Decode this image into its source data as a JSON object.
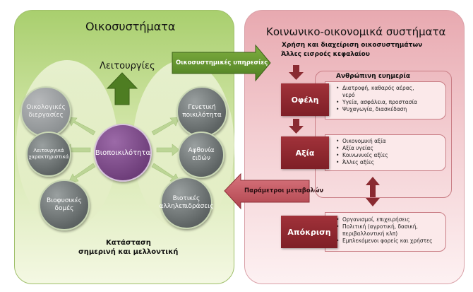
{
  "eco": {
    "title": "Οικοσυστήματα",
    "functions": "Λειτουργίες",
    "state": [
      "Κατάσταση",
      "σημερινή και μελλοντική"
    ],
    "nodes": {
      "processes": [
        "Οικολογικές",
        "διεργασίες"
      ],
      "traits": [
        "Λειτουργικά",
        "χαρακτηριστικά"
      ],
      "structures": [
        "Βιοφυσικές",
        "δομές"
      ],
      "biodiversity": "Βιοποικιλότητα",
      "genetic": [
        "Γενετική",
        "ποικιλότητα"
      ],
      "species": [
        "Αφθονία",
        "ειδών"
      ],
      "interactions": [
        "Βιοτικές",
        "αλληλεπιδράσεις"
      ]
    }
  },
  "arrows": {
    "services": "Οικοσυστημικές υπηρεσίες",
    "drivers": "Παράμετροι μεταβολών"
  },
  "soc": {
    "title": "Κοινωνικο-οικονομικά συστήματα",
    "use": [
      "Χρήση και διαχείριση οικοσυστημάτων",
      "Άλλες εισροές κεφαλαίου"
    ],
    "wellbeing": "Ανθρώπινη ευημερία",
    "benefits": {
      "label": "Οφέλη",
      "items": [
        "Διατροφή, καθαρός αέρας,",
        "νερό",
        "Υγεία, ασφάλεια, προστασία",
        "Ψυχαγωγία, διασκέδαση"
      ]
    },
    "value": {
      "label": "Αξία",
      "items": [
        "Οικονομική αξία",
        "Αξία υγείας",
        "Κοινωνικές αξίες",
        "Άλλες αξίες"
      ]
    },
    "response": {
      "label": "Απόκριση",
      "items": [
        "Οργανισμοί, επιχειρήσεις",
        "Πολιτική (αγροτική, δασική,",
        "περιβαλλοντική κλπ)",
        "Εμπλεκόμενοι φορείς και χρήστες"
      ]
    }
  },
  "colors": {
    "eco_green": "#a9cf6e",
    "soc_pink": "#e8a9b0",
    "arrow_green": "#5f8f2e",
    "dark_red": "#8a2a31"
  }
}
